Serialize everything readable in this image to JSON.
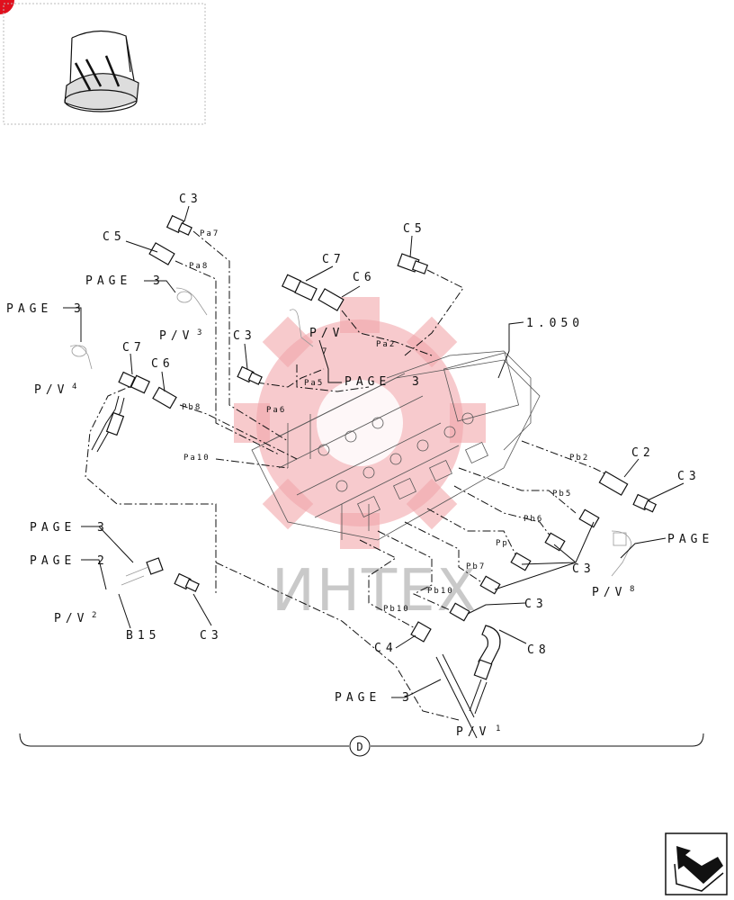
{
  "watermark": {
    "text": "ИНТЕХ",
    "color": "#f2a7ab"
  },
  "colors": {
    "accent": "#e0101e",
    "line": "#111111"
  },
  "icons": {
    "corner_badge": "red-corner-badge",
    "next_page": "next-page-arrow-icon",
    "thumbnail": "cab-thumbnail-icon"
  },
  "labels": {
    "c3_a": "C3",
    "pa7": "Pa7",
    "c5_a": "C5",
    "pa8": "Pa8",
    "page3_a": "PAGE",
    "page3_a_num": "3",
    "pv3": "P/V",
    "pv3_sup": "3",
    "page3_b": "PAGE",
    "page3_b_num": "3",
    "pv4": "P/V",
    "pv4_sup": "4",
    "c7_a": "C7",
    "c6_a": "C6",
    "pb8": "Pb8",
    "c7_b": "C7",
    "c6_b": "C6",
    "pv7": "P/V",
    "pv7_sup": "7",
    "c5_b": "C5",
    "pa2": "Pa2",
    "c3_b": "C3",
    "pa5": "Pa5",
    "page3_c": "PAGE",
    "page3_c_num": "3",
    "pa6": "Pa6",
    "pa10": "Pa10",
    "ref_1050": "1.050",
    "pb2": "Pb2",
    "c2": "C2",
    "c3_c": "C3",
    "pb5": "Pb5",
    "pb6": "Pb6",
    "pp": "Pp",
    "pb7": "Pb7",
    "pb10": "Pb10",
    "c3_group": "C3",
    "page_right": "PAGE",
    "pv8": "P/V",
    "pv8_sup": "8",
    "c3_d": "C3",
    "c8": "C8",
    "c4": "C4",
    "page3_d": "PAGE",
    "page3_d_num": "3",
    "page2": "PAGE",
    "page2_num": "2",
    "pv2": "P/V",
    "pv2_sup": "2",
    "b15": "B15",
    "c3_e": "C3",
    "page3_e": "PAGE",
    "page3_e_num": "3",
    "pv1": "P/V",
    "pv1_sup": "1",
    "group_d": "D"
  }
}
